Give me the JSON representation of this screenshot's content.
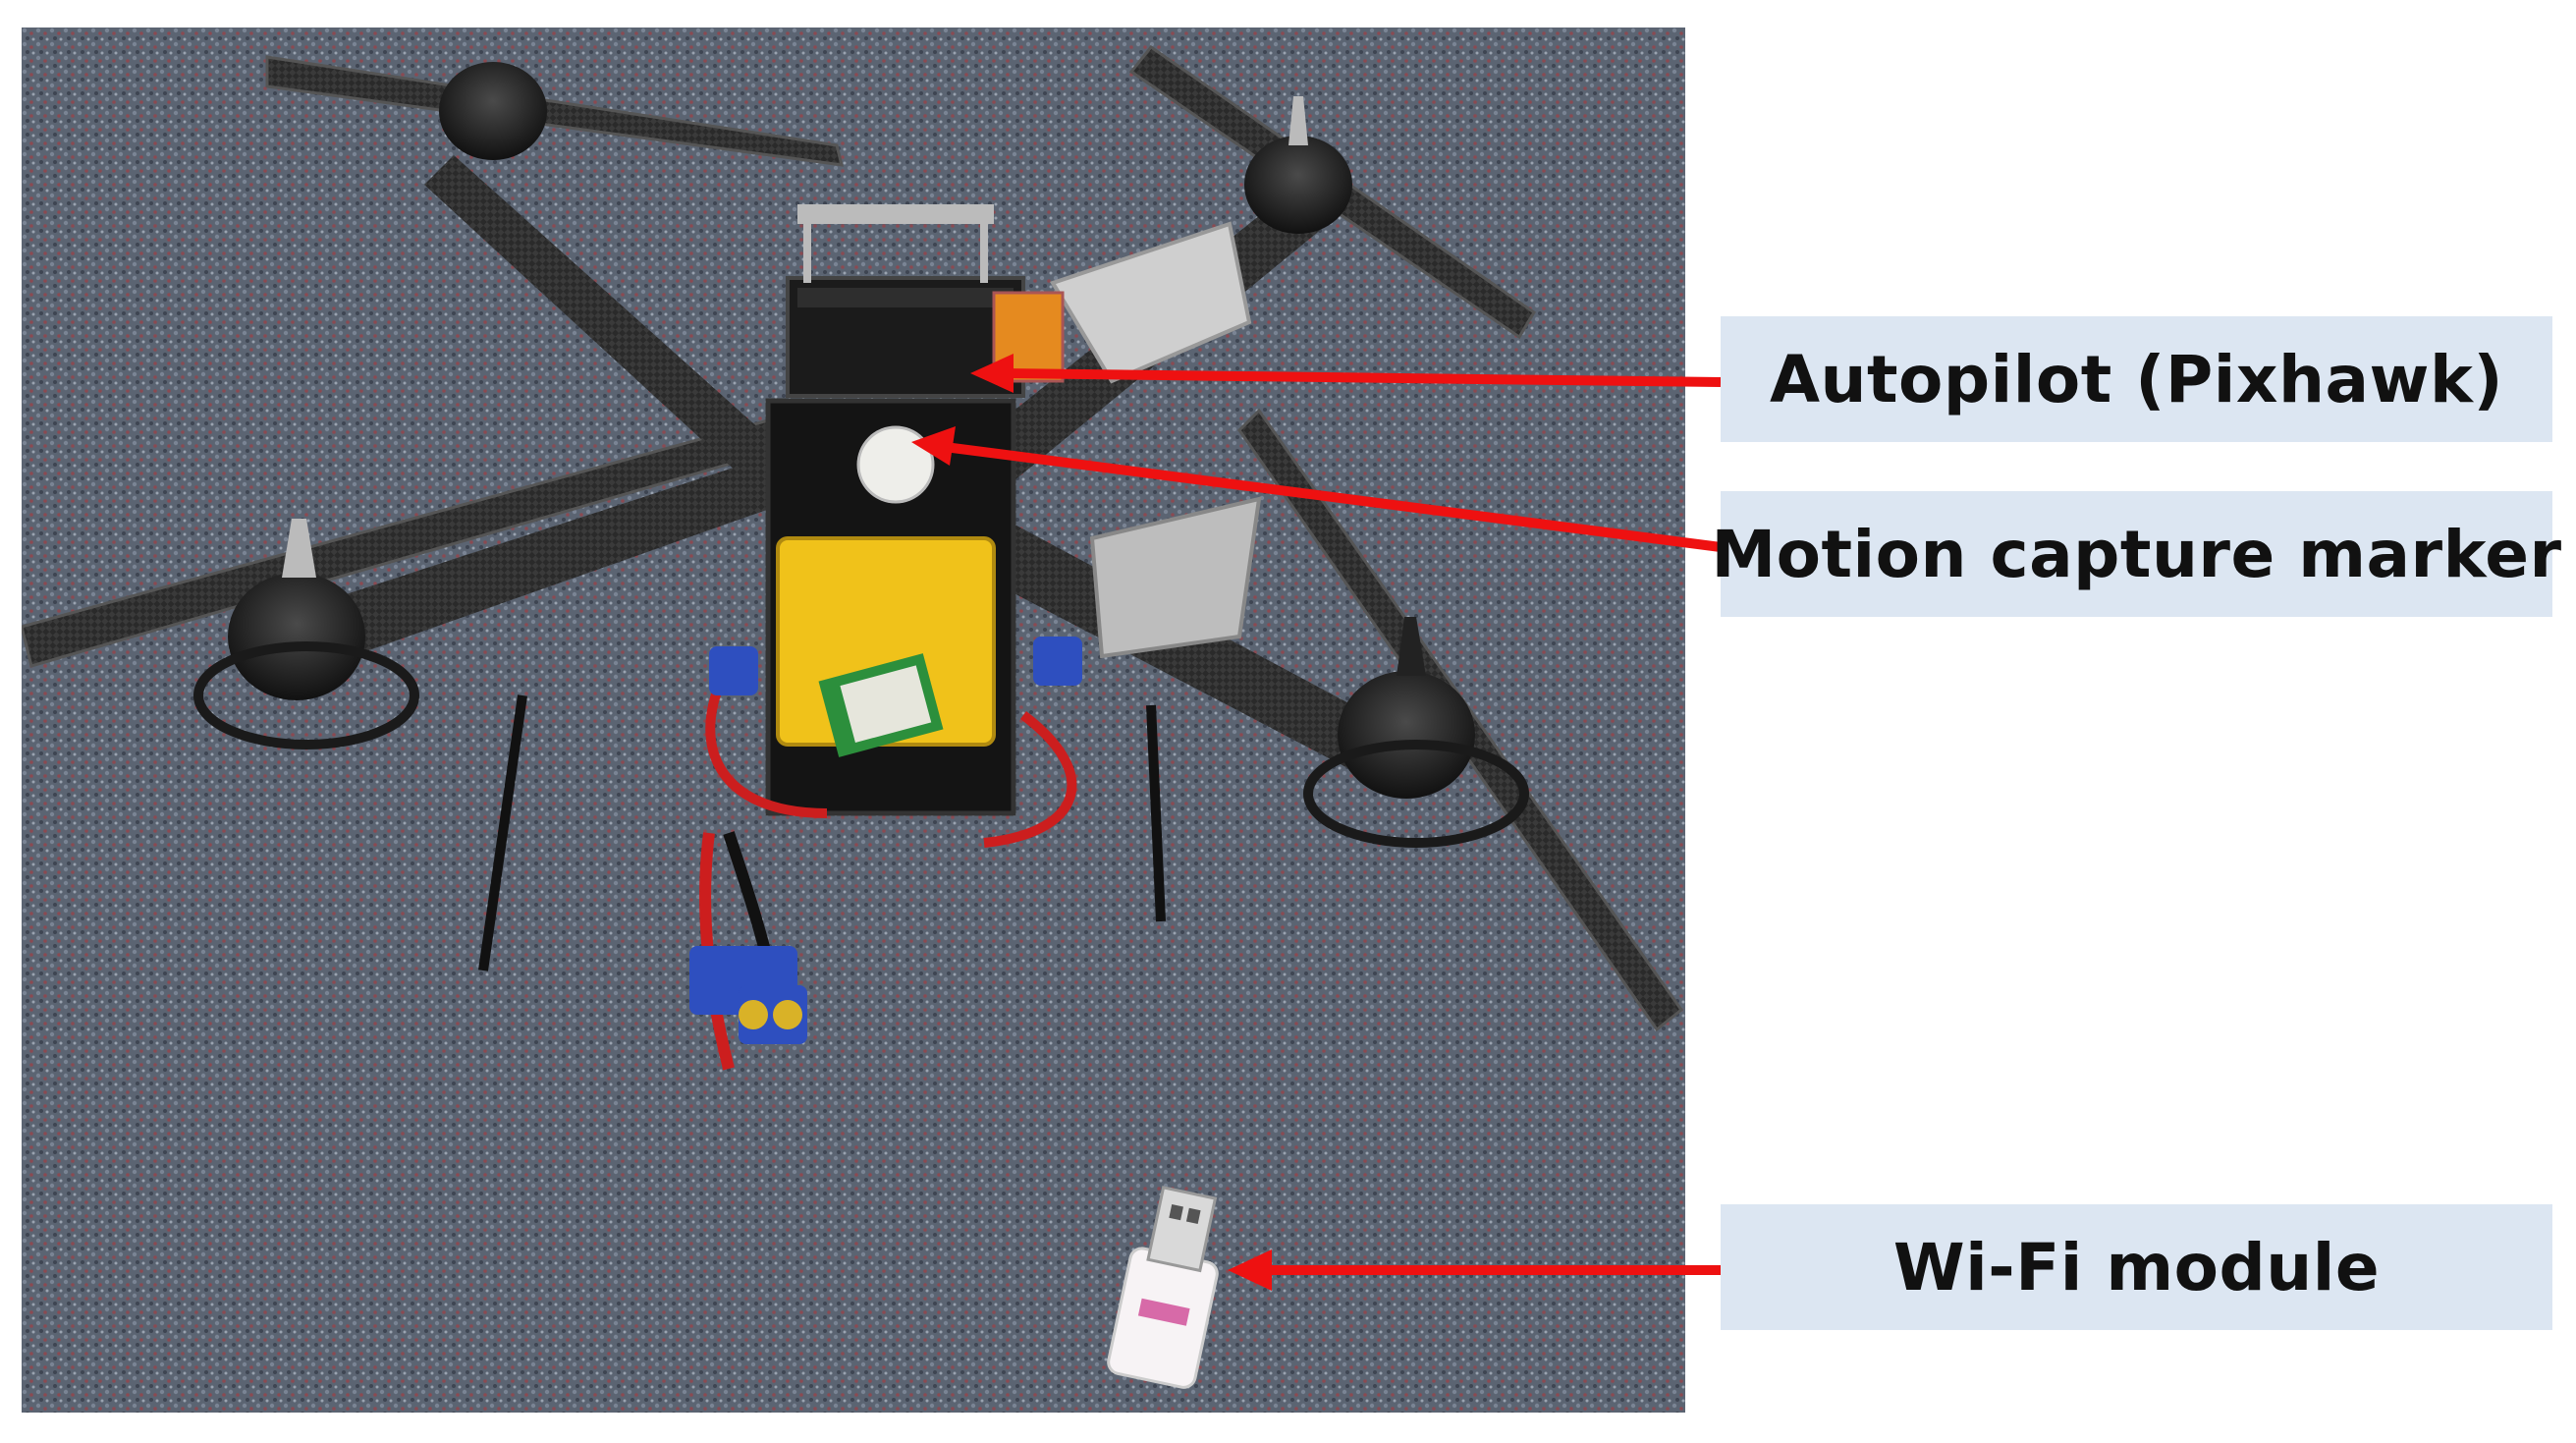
{
  "colors": {
    "background": "#ffffff",
    "label_fill": "#dce6f2",
    "label_text": "#111111",
    "arrow": "#ee1111",
    "carpet_base": "#5b6472",
    "carpet_red": "#8a4a52",
    "carbon": "#2a2a2a",
    "battery": "#f0c21a"
  },
  "labels": {
    "autopilot": "Autopilot (Pixhawk)",
    "marker": "Motion capture marker",
    "wifi": "Wi-Fi module"
  },
  "photo": {
    "subject": "quadcopter drone on carpet with a USB Wi-Fi dongle in front"
  }
}
